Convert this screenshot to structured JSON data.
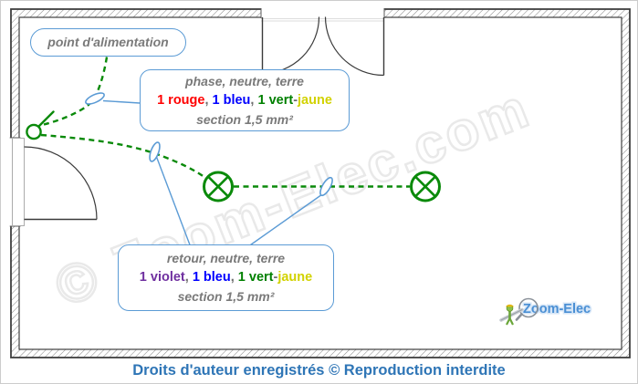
{
  "colors": {
    "accent_blue": "#5b9bd5",
    "diagram_green": "#0a8a0a",
    "text_gray": "#7a7a7a",
    "separator_gray": "#6e6e6e",
    "wire_red": "#ff0000",
    "wire_blue": "#0000ff",
    "wire_green": "#008000",
    "wire_yellow": "#d2d200",
    "wire_violet": "#7030a0",
    "footer_blue": "#2e75b6",
    "wall_gray": "#3f3f3f"
  },
  "symbols": {
    "supply_point": "green-circle-with-diagonal-stroke",
    "ceiling_light": "green-circled-x",
    "cable": "green-dashed-line",
    "cable_marker": "blue-ellipse-tag"
  },
  "callouts": {
    "supply": {
      "label": "point d'alimentation"
    },
    "phase": {
      "line1": "phase, neutre, terre",
      "line2": [
        {
          "text": "1 rouge",
          "color": "#ff0000"
        },
        {
          "text": ", ",
          "color": "#6e6e6e"
        },
        {
          "text": "1 bleu",
          "color": "#0000ff"
        },
        {
          "text": ", ",
          "color": "#6e6e6e"
        },
        {
          "text": "1 vert",
          "color": "#008000"
        },
        {
          "text": "-",
          "color": "#6e6e6e"
        },
        {
          "text": "jaune",
          "color": "#d2d200"
        }
      ],
      "line3": "section 1,5 mm²"
    },
    "retour": {
      "line1": "retour, neutre, terre",
      "line2": [
        {
          "text": "1 violet",
          "color": "#7030a0"
        },
        {
          "text": ", ",
          "color": "#6e6e6e"
        },
        {
          "text": "1 bleu",
          "color": "#0000ff"
        },
        {
          "text": ", ",
          "color": "#6e6e6e"
        },
        {
          "text": "1 vert",
          "color": "#008000"
        },
        {
          "text": "-",
          "color": "#6e6e6e"
        },
        {
          "text": "jaune",
          "color": "#d2d200"
        }
      ],
      "line3": "section 1,5 mm²"
    }
  },
  "watermark": {
    "text": "© Zoom-Elec.com"
  },
  "logo": {
    "text": "Zoom-Elec"
  },
  "footer": {
    "text": "Droits d'auteur enregistrés © Reproduction interdite"
  }
}
